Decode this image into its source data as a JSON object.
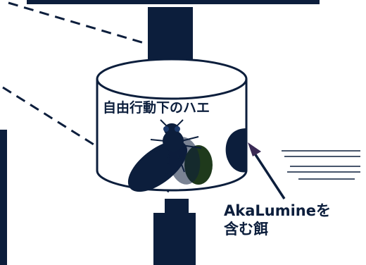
{
  "labels": {
    "chamber": "自由行動下のハエ",
    "bait_line1": "AkaLumineを",
    "bait_line2": "含む餌"
  },
  "colors": {
    "navy": "#0c1e3c",
    "background": "#ffffff",
    "arrow": "#3a2a55",
    "wing_tint": "#1f3a1c"
  }
}
